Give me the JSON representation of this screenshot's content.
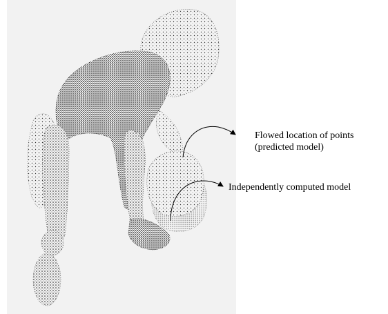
{
  "annotations": {
    "flowed": {
      "line1": "Flowed location of points",
      "line2": "(predicted model)"
    },
    "independent": {
      "text": "Independently computed model"
    }
  },
  "colors": {
    "panel_background": "#f2f2f2",
    "predicted_points": "#111111",
    "independent_points": "#9a9a9a",
    "arrow": "#000000"
  },
  "figure_content": {
    "subject": "point cloud of a bending human body",
    "point_rendering": "stippled dots"
  }
}
